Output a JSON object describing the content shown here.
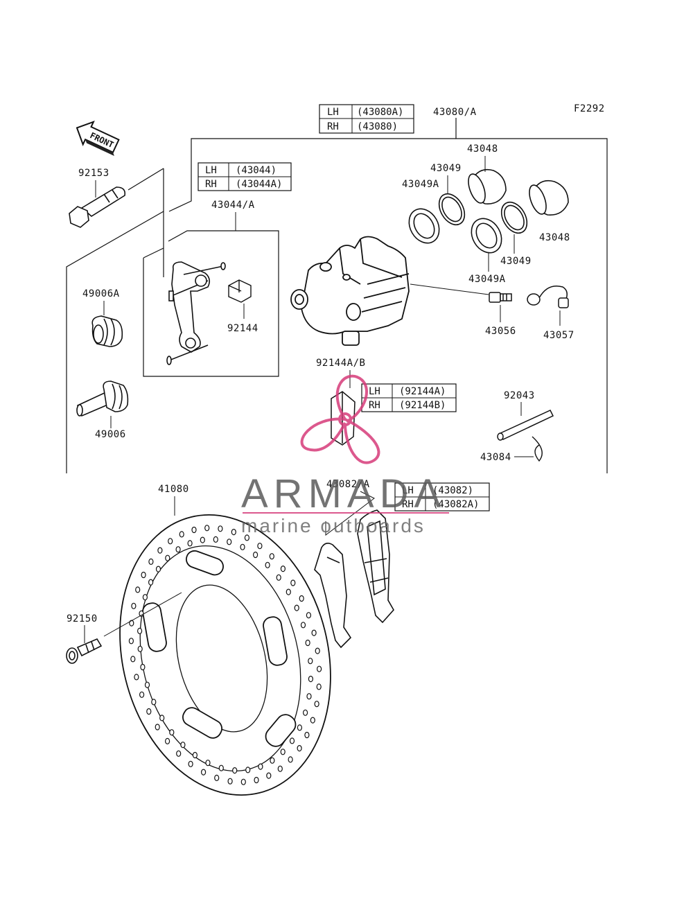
{
  "figure_code": "F2292",
  "front_label": "FRONT",
  "tables": {
    "caliper": {
      "rows": [
        {
          "side": "LH",
          "part": "(43080A)"
        },
        {
          "side": "RH",
          "part": "(43080)"
        }
      ]
    },
    "holder": {
      "rows": [
        {
          "side": "LH",
          "part": "(43044)"
        },
        {
          "side": "RH",
          "part": "(43044A)"
        }
      ]
    },
    "spring": {
      "rows": [
        {
          "side": "LH",
          "part": "(92144A)"
        },
        {
          "side": "RH",
          "part": "(92144B)"
        }
      ]
    },
    "pads": {
      "rows": [
        {
          "side": "LH",
          "part": "(43082)"
        },
        {
          "side": "RH",
          "part": "(43082A)"
        }
      ]
    }
  },
  "labels": {
    "caliper_assy": "43080/A",
    "piston_top": "43048",
    "piston_right": "43048",
    "seal_49_top": "43049",
    "seal_49a_top": "43049A",
    "seal_49_right": "43049",
    "seal_49a_bottom": "43049A",
    "holder_assy": "43044/A",
    "bolt_top": "92153",
    "boot_a": "49006A",
    "pin_sleeve": "49006",
    "spring_small": "92144",
    "bleeder": "43056",
    "bleeder_cap": "43057",
    "spring_ab": "92144A/B",
    "pin": "92043",
    "clip": "43084",
    "disc": "41080",
    "pads": "43082/A",
    "disc_bolt": "92150"
  },
  "watermark": {
    "brand": "ARMADA",
    "tagline": "marine outboards",
    "accent_color": "#d63c7a"
  }
}
